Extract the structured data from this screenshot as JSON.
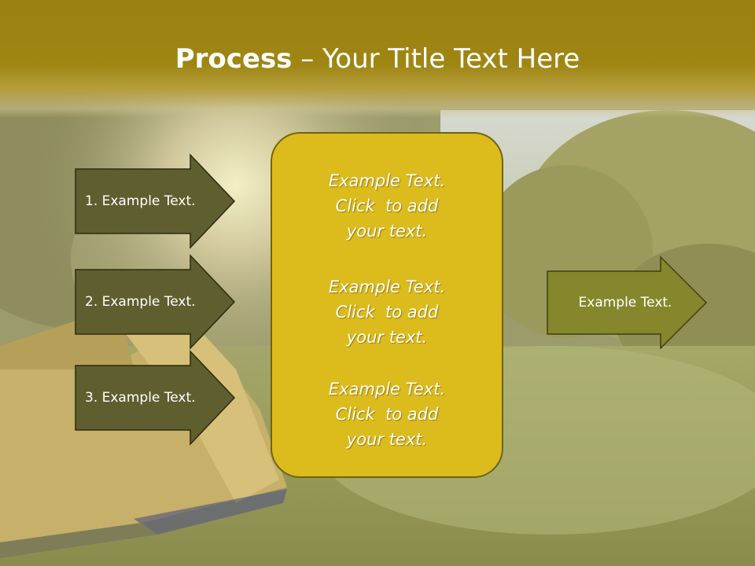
{
  "title": {
    "bold": "Process",
    "rest": " – Your Title Text Here"
  },
  "left_arrows": [
    {
      "label": "1. Example Text."
    },
    {
      "label": "2. Example Text."
    },
    {
      "label": "3. Example Text."
    }
  ],
  "center_box": {
    "paragraphs": [
      {
        "line1": "Example Text.",
        "line2": "Click  to add",
        "line3": "your text."
      },
      {
        "line1": "Example Text.",
        "line2": "Click  to add",
        "line3": "your text."
      },
      {
        "line1": "Example Text.",
        "line2": "Click  to add",
        "line3": "your text."
      }
    ]
  },
  "right_arrow": {
    "label": "Example Text."
  },
  "colors": {
    "title_bar": "#9f8613",
    "left_arrow_fill": "#5f5e2f",
    "center_box_fill": "#dcbb1c",
    "right_arrow_fill": "#86872c"
  }
}
